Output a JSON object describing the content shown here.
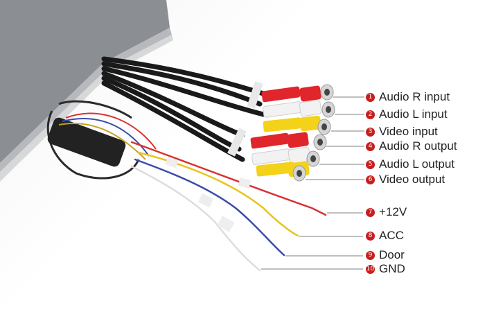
{
  "labels": [
    {
      "num": "1",
      "text": "Audio R input"
    },
    {
      "num": "2",
      "text": "Audio L input"
    },
    {
      "num": "3",
      "text": "Video input"
    },
    {
      "num": "4",
      "text": "Audio R output"
    },
    {
      "num": "5",
      "text": "Audio L output"
    },
    {
      "num": "6",
      "text": "Video output"
    },
    {
      "num": "7",
      "text": "+12V"
    },
    {
      "num": "8",
      "text": "ACC"
    },
    {
      "num": "9",
      "text": "Door"
    },
    {
      "num": "10",
      "text": "GND"
    }
  ],
  "colors": {
    "accent_red": "#c81e1e",
    "rca_red": "#e0262b",
    "rca_white": "#f2f2f2",
    "rca_yellow": "#f4d21a",
    "wire_red": "#d9302f",
    "wire_yellow": "#e8c31d",
    "wire_blue": "#3b4aa8",
    "wire_white": "#eeeeee"
  }
}
